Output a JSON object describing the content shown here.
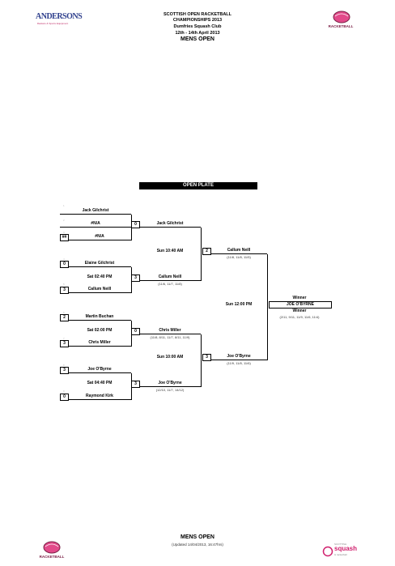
{
  "header": {
    "line1": "SCOTTISH OPEN RACKETBALL",
    "line2": "CHAMPIONSHIPS 2013",
    "line3": "Dumfries Squash Club",
    "line4": "12th - 14th April 2013",
    "event": "MENS OPEN"
  },
  "logos": {
    "andersons": "ANDERSONS",
    "andersons_sub": "Rackets & Sports Equipment",
    "racketball": "RACKETBALL",
    "scottish_squash_top": "SCOTTISH",
    "scottish_squash": "squash",
    "scottish_squash_sub": "& racketball"
  },
  "draw": {
    "title": "OPEN PLATE",
    "r1": [
      {
        "seed": "",
        "name": "Jack Gilchrist"
      },
      {
        "seed": "",
        "name": "#N/A"
      },
      {
        "seed": "##",
        "name": "#N/A"
      },
      {
        "seed": "0",
        "name": "Elaine Gilchrist"
      },
      {
        "seed": "3",
        "name": "Callum Neill"
      },
      {
        "seed": "2",
        "name": "Martin Buchan"
      },
      {
        "seed": "3",
        "name": "Chris Miller"
      },
      {
        "seed": "3",
        "name": "Joe O'Byrne"
      },
      {
        "seed": "0",
        "name": "Raymond Kirk"
      }
    ],
    "r1_times": [
      "Sat 02:40 PM",
      "Sat 02:00 PM",
      "Sat 04:40 PM"
    ],
    "r2": [
      {
        "seed": "0",
        "name": "Jack Gilchrist",
        "score": ""
      },
      {
        "seed": "3",
        "name": "Callum Neill",
        "score": "(11/6, 11/7, 11/8)"
      },
      {
        "seed": "0",
        "name": "Chris Miller",
        "score": "(11/8, 8/11, 11/7, 8/11, 11/9)"
      },
      {
        "seed": "3",
        "name": "Joe O'Byrne",
        "score": "(12/10, 11/7, 14/12)"
      }
    ],
    "r2_times": [
      "Sun 10:40 AM",
      "Sun 10:00 AM"
    ],
    "sf": [
      {
        "seed": "2",
        "name": "Callum Neill",
        "score": "(11/8, 11/8, 11/5)"
      },
      {
        "seed": "3",
        "name": "Joe O'Byrne",
        "score": "(11/9, 11/8, 11/6)"
      }
    ],
    "final_time": "Sun 12:00 PM",
    "winner_label_top": "Winner",
    "winner_name": "JOE O'BYRNE",
    "winner_label_bottom": "Winner",
    "winner_score": "(2/11, 9/11, 11/9, 11/6, 11/4)"
  },
  "footer": {
    "event": "MENS OPEN",
    "updated": "(Updated 14/04/2013, 16:47hrs)"
  }
}
